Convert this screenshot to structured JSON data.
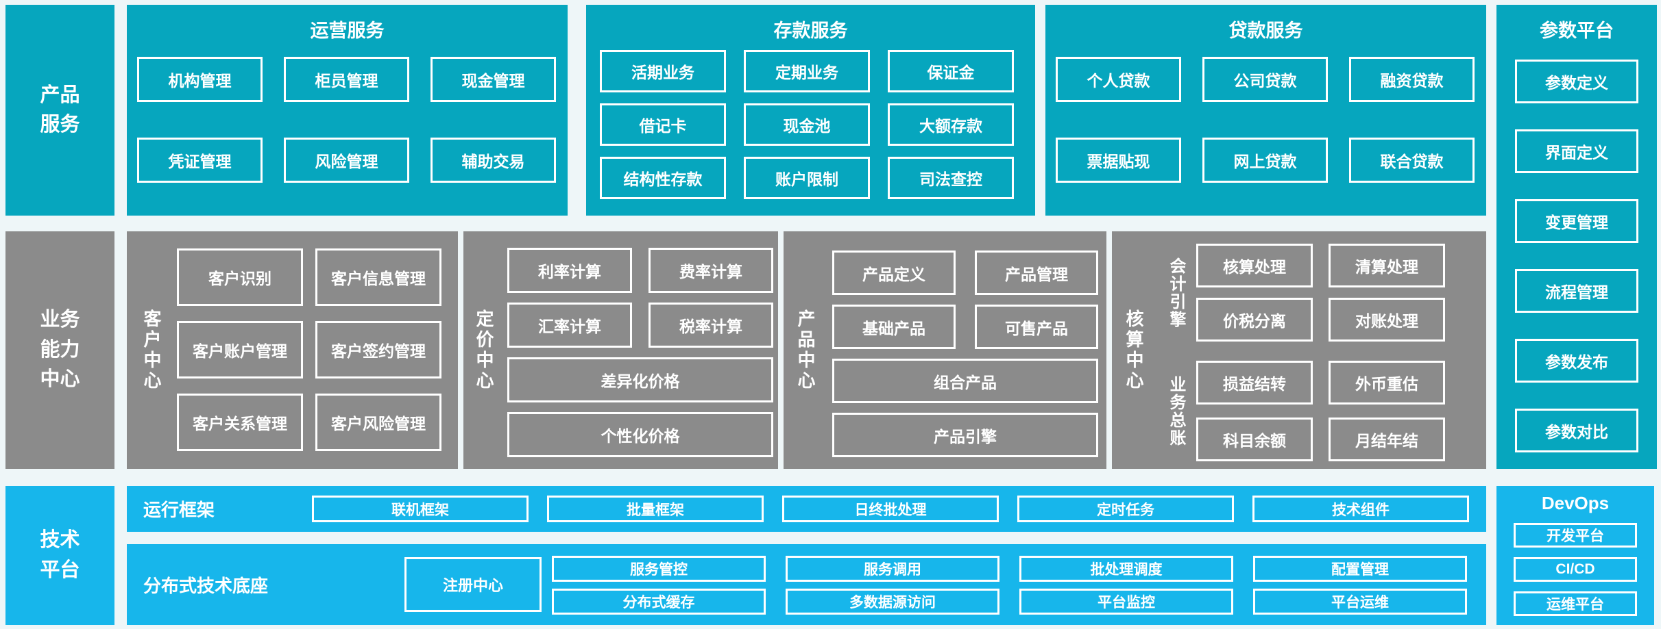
{
  "palette": {
    "teal": "#06A6BE",
    "gray": "#8B8B8B",
    "blue": "#17B6EB",
    "background": "#EEF6F8",
    "box_border": "#FFFFFF"
  },
  "left_labels": {
    "product": {
      "lines": [
        "产品",
        "服务"
      ]
    },
    "business": {
      "lines": [
        "业务",
        "能力",
        "中心"
      ]
    },
    "tech": {
      "lines": [
        "技术",
        "平台"
      ]
    }
  },
  "top": {
    "operations": {
      "title": "运营服务",
      "items": [
        "机构管理",
        "柜员管理",
        "现金管理",
        "凭证管理",
        "风险管理",
        "辅助交易"
      ]
    },
    "deposit": {
      "title": "存款服务",
      "items": [
        "活期业务",
        "定期业务",
        "保证金",
        "借记卡",
        "现金池",
        "大额存款",
        "结构性存款",
        "账户限制",
        "司法查控"
      ]
    },
    "loan": {
      "title": "贷款服务",
      "items": [
        "个人贷款",
        "公司贷款",
        "融资贷款",
        "票据贴现",
        "网上贷款",
        "联合贷款"
      ]
    },
    "param_platform": {
      "title": "参数平台",
      "items": [
        "参数定义",
        "界面定义",
        "变更管理",
        "流程管理",
        "参数发布",
        "参数对比"
      ]
    }
  },
  "middle": {
    "customer": {
      "label": "客户中心",
      "items": [
        "客户识别",
        "客户信息管理",
        "客户账户管理",
        "客户签约管理",
        "客户关系管理",
        "客户风险管理"
      ]
    },
    "pricing": {
      "label": "定价中心",
      "items": [
        "利率计算",
        "费率计算",
        "汇率计算",
        "税率计算"
      ],
      "wide": [
        "差异化价格",
        "个性化价格"
      ]
    },
    "product": {
      "label": "产品中心",
      "items": [
        "产品定义",
        "产品管理",
        "基础产品",
        "可售产品"
      ],
      "wide": [
        "组合产品",
        "产品引擎"
      ]
    },
    "accounting": {
      "label": "核算中心",
      "groups": [
        {
          "label": "会计引擎",
          "items": [
            "核算处理",
            "清算处理",
            "价税分离",
            "对账处理"
          ]
        },
        {
          "label": "业务总账",
          "items": [
            "损益结转",
            "外币重估",
            "科目余额",
            "月结年结"
          ]
        }
      ]
    }
  },
  "bottom": {
    "runtime": {
      "label": "运行框架",
      "items": [
        "联机框架",
        "批量框架",
        "日终批处理",
        "定时任务",
        "技术组件"
      ]
    },
    "distributed": {
      "label": "分布式技术底座",
      "registry": "注册中心",
      "row1": [
        "服务管控",
        "服务调用",
        "批处理调度",
        "配置管理"
      ],
      "row2": [
        "分布式缓存",
        "多数据源访问",
        "平台监控",
        "平台运维"
      ]
    },
    "devops": {
      "title": "DevOps",
      "items": [
        "开发平台",
        "CI/CD",
        "运维平台"
      ]
    }
  }
}
